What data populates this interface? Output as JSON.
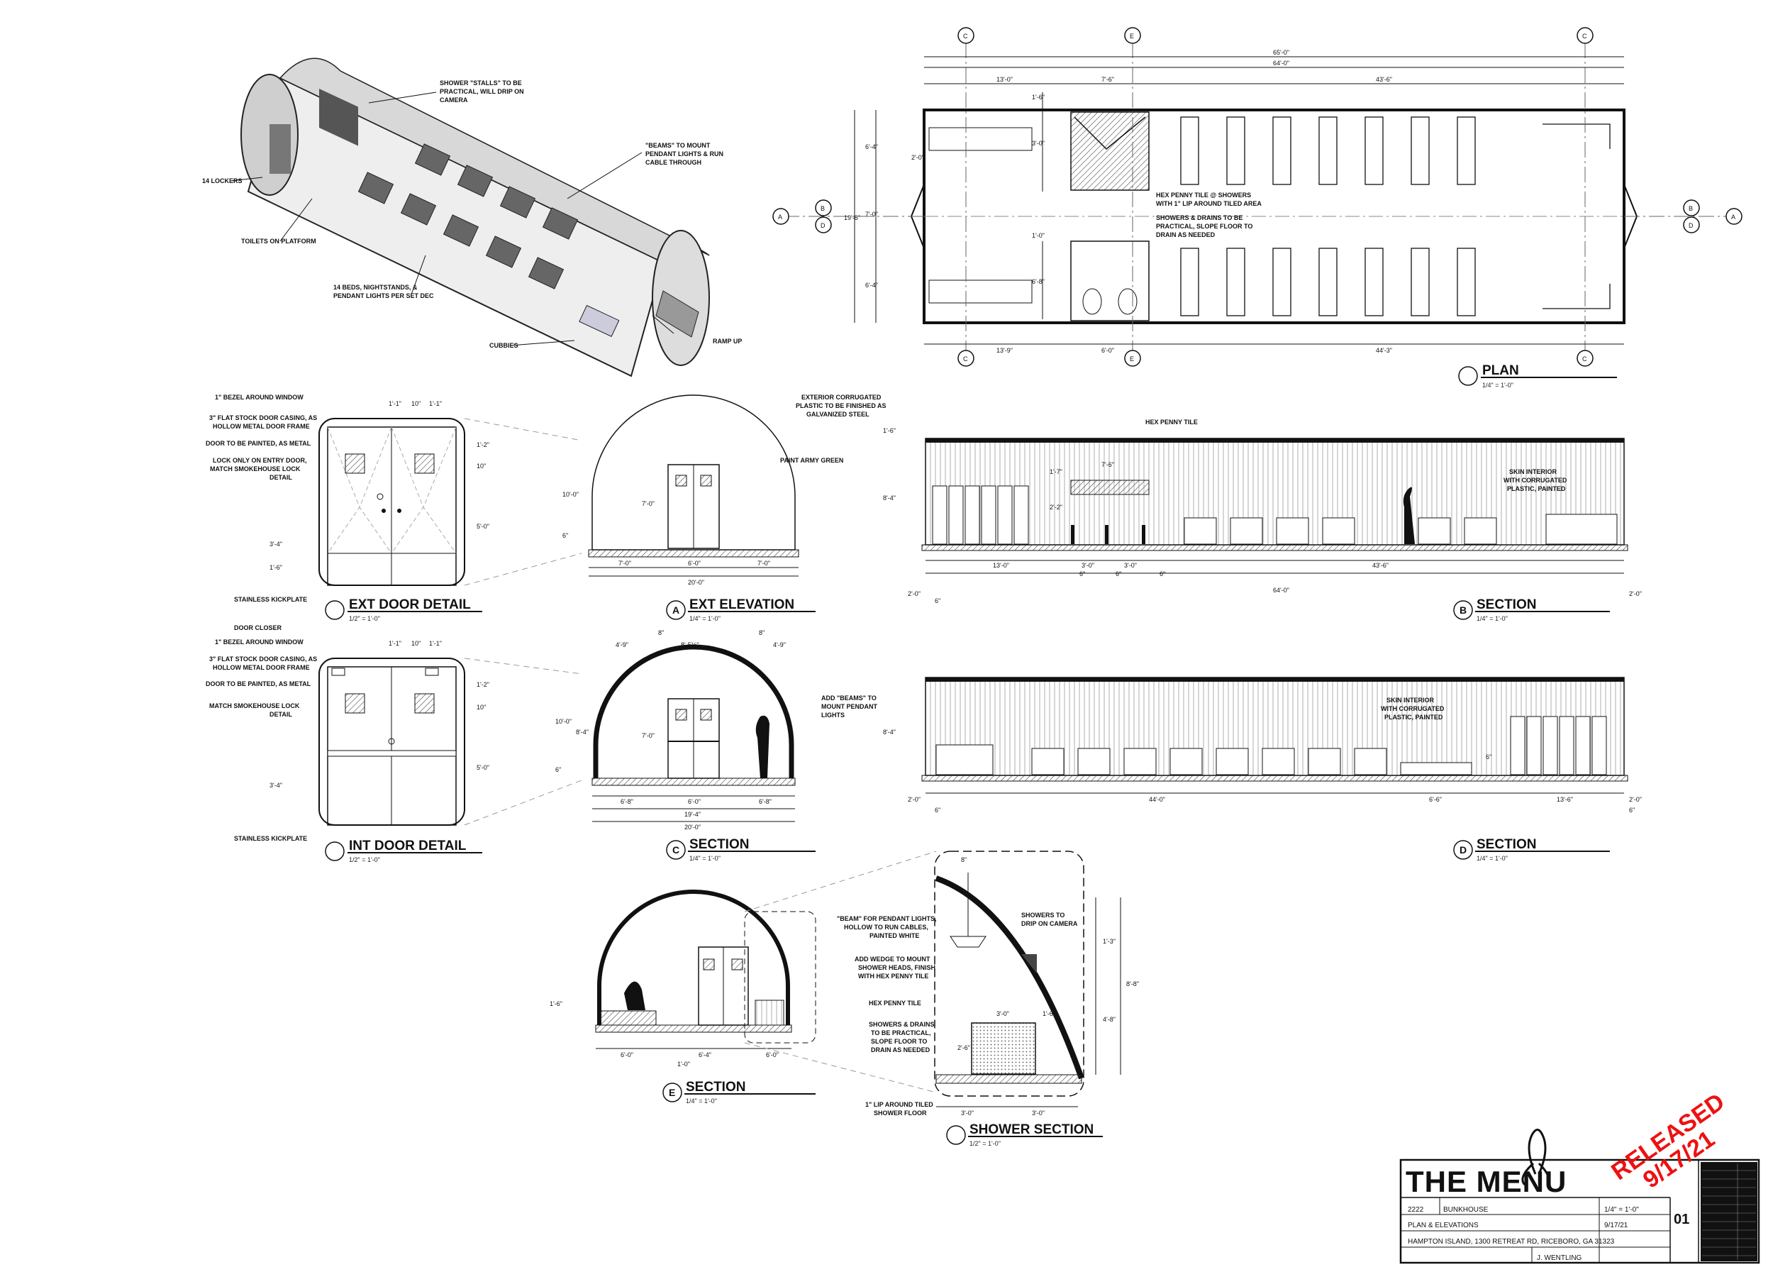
{
  "sheet": {
    "project_title": "THE MENU",
    "number_value": "2222",
    "set_value": "BUNKHOUSE",
    "scale_value": "1/4\" = 1'-0\"",
    "description_value": "PLAN & ELEVATIONS",
    "date_value": "9/17/21",
    "location_value": "HAMPTON ISLAND, 1300 RETREAT RD, RICEBORO, GA 31323",
    "designer_value": "J. WENTLING",
    "sheet_number": "01",
    "stamp_line1": "RELEASED",
    "stamp_line2": "9/17/21"
  },
  "views": {
    "plan": {
      "title": "PLAN",
      "scale": "1/4\" = 1'-0\""
    },
    "ext_door": {
      "title": "EXT DOOR DETAIL",
      "scale": "1/2\" = 1'-0\""
    },
    "ext_elevation": {
      "title": "EXT ELEVATION",
      "scale": "1/4\" = 1'-0\"",
      "bubble": "A"
    },
    "section_b": {
      "title": "SECTION",
      "scale": "1/4\" = 1'-0\"",
      "bubble": "B"
    },
    "int_door": {
      "title": "INT DOOR DETAIL",
      "scale": "1/2\" = 1'-0\""
    },
    "section_c": {
      "title": "SECTION",
      "scale": "1/4\" = 1'-0\"",
      "bubble": "C"
    },
    "section_d": {
      "title": "SECTION",
      "scale": "1/4\" = 1'-0\"",
      "bubble": "D"
    },
    "section_e": {
      "title": "SECTION",
      "scale": "1/4\" = 1'-0\"",
      "bubble": "E"
    },
    "shower": {
      "title": "SHOWER SECTION",
      "scale": "1/2\" = 1'-0\""
    }
  },
  "notes": {
    "shower_stalls": [
      "SHOWER \"STALLS\" TO BE",
      "PRACTICAL, WILL DRIP ON",
      "CAMERA"
    ],
    "beams_iso": [
      "\"BEAMS\" TO MOUNT",
      "PENDANT LIGHTS & RUN",
      "CABLE THROUGH"
    ],
    "lockers": "14 LOCKERS",
    "toilets": "TOILETS ON PLATFORM",
    "beds": [
      "14 BEDS, NIGHTSTANDS, &",
      "PENDANT LIGHTS PER SET DEC"
    ],
    "cubbies": "CUBBIES",
    "ramp": "RAMP UP",
    "hex_showers": [
      "HEX PENNY TILE @ SHOWERS",
      "WITH 1\" LIP AROUND TILED AREA"
    ],
    "showers_drains": [
      "SHOWERS & DRAINS TO BE",
      "PRACTICAL, SLOPE FLOOR TO",
      "DRAIN AS NEEDED"
    ],
    "ext_bezel": "1\" BEZEL AROUND WINDOW",
    "ext_casing": [
      "3\" FLAT STOCK DOOR CASING, AS",
      "HOLLOW METAL DOOR FRAME"
    ],
    "ext_paint": "DOOR TO BE PAINTED, AS METAL",
    "ext_lock": [
      "LOCK ONLY ON ENTRY DOOR,",
      "MATCH SMOKEHOUSE LOCK",
      "DETAIL"
    ],
    "ext_kick": "STAINLESS KICKPLATE",
    "ext_corrugated": [
      "EXTERIOR CORRUGATED",
      "PLASTIC TO BE FINISHED AS",
      "GALVANIZED STEEL"
    ],
    "paint_green": "PAINT ARMY GREEN",
    "hex_penny": "HEX PENNY TILE",
    "skin_interior": [
      "SKIN INTERIOR",
      "WITH CORRUGATED",
      "PLASTIC, PAINTED"
    ],
    "int_closer": "DOOR CLOSER",
    "int_bezel": "1\" BEZEL AROUND WINDOW",
    "int_casing": [
      "3\" FLAT STOCK DOOR CASING, AS",
      "HOLLOW METAL DOOR FRAME"
    ],
    "int_paint": "DOOR TO BE PAINTED, AS METAL",
    "int_lock": [
      "MATCH SMOKEHOUSE LOCK",
      "DETAIL"
    ],
    "int_kick": "STAINLESS KICKPLATE",
    "add_beams": [
      "ADD \"BEAMS\" TO",
      "MOUNT PENDANT",
      "LIGHTS"
    ],
    "skin_d": [
      "SKIN INTERIOR",
      "WITH CORRUGATED",
      "PLASTIC, PAINTED"
    ],
    "beam_pendant": [
      "\"BEAM\" FOR PENDANT LIGHTS,",
      "HOLLOW TO RUN CABLES,",
      "PAINTED WHITE"
    ],
    "showers_drip": [
      "SHOWERS TO",
      "DRIP ON CAMERA"
    ],
    "add_wedge": [
      "ADD WEDGE TO MOUNT",
      "SHOWER HEADS, FINISH",
      "WITH HEX PENNY TILE"
    ],
    "hex_tile_sh": "HEX PENNY TILE",
    "showers_prac": [
      "SHOWERS & DRAINS",
      "TO BE PRACTICAL,",
      "SLOPE FLOOR TO",
      "DRAIN AS NEEDED"
    ],
    "lip_tiled": [
      "1\" LIP AROUND TILED",
      "SHOWER FLOOR"
    ]
  },
  "grid": {
    "a": "A",
    "b": "B",
    "c": "C",
    "d": "D",
    "e": "E"
  },
  "dims": {
    "plan_65": "65'-0\"",
    "plan_64": "64'-0\"",
    "plan_13_0": "13'-0\"",
    "plan_7_6": "7'-6\"",
    "plan_43_6": "43'-6\"",
    "plan_13_9": "13'-9\"",
    "plan_6_0": "6'-0\"",
    "plan_44_3": "44'-3\"",
    "plan_19_8": "19'-8\"",
    "plan_6_4a": "6'-4\"",
    "plan_7_0": "7'-0\"",
    "plan_6_4b": "6'-4\"",
    "plan_2_0": "2'-0\"",
    "plan_1_6": "1'-6\"",
    "plan_3_0": "3'-0\"",
    "plan_6_8": "6'-8\"",
    "plan_1_0": "1'-0\"",
    "ed_1_1a": "1'-1\"",
    "ed_10": "10\"",
    "ed_1_1b": "1'-1\"",
    "ed_1_2": "1'-2\"",
    "ed_10v": "10\"",
    "ed_5_0": "5'-0\"",
    "ed_3_4": "3'-4\"",
    "ed_1_6": "1'-6\"",
    "ee_10_0": "10'-0\"",
    "ee_7_0a": "7'-0\"",
    "ee_6_0": "6'-0\"",
    "ee_7_0b": "7'-0\"",
    "ee_20": "20'-0\"",
    "ee_6": "6\"",
    "ee_7_0v": "7'-0\"",
    "sb_13_0": "13'-0\"",
    "sb_3_0a": "3'-0\"",
    "sb_3_0b": "3'-0\"",
    "sb_43_6": "43'-6\"",
    "sb_64": "64'-0\"",
    "sb_2_0l": "2'-0\"",
    "sb_2_0r": "2'-0\"",
    "sb_7_6": "7'-6\"",
    "sb_8_4": "8'-4\"",
    "sb_1_6": "1'-6\"",
    "sb_1_7": "1'-7\"",
    "sb_2_2": "2'-2\"",
    "sb_6a": "6\"",
    "sb_6b": "6\"",
    "sb_6c": "6\"",
    "sb_6l": "6\"",
    "id_1_1a": "1'-1\"",
    "id_10": "10\"",
    "id_1_1b": "1'-1\"",
    "id_1_2": "1'-2\"",
    "id_10v": "10\"",
    "id_5_0": "5'-0\"",
    "id_3_4": "3'-4\"",
    "sc_4_9a": "4'-9\"",
    "sc_8": "8\"",
    "sc_8_5": "8'-5½\"",
    "sc_8b": "8\"",
    "sc_4_9b": "4'-9\"",
    "sc_10_0": "10'-0\"",
    "sc_8_4": "8'-4\"",
    "sc_7_0": "7'-0\"",
    "sc_6": "6\"",
    "sc_6_8a": "6'-8\"",
    "sc_6_0": "6'-0\"",
    "sc_6_8b": "6'-8\"",
    "sc_19_4": "19'-4\"",
    "sc_20": "20'-0\"",
    "sd_2_0": "2'-0\"",
    "sd_44": "44'-0\"",
    "sd_6_6": "6'-6\"",
    "sd_13_6": "13'-6\"",
    "sd_8_4": "8'-4\"",
    "sd_6l": "6\"",
    "sd_2_0r": "2'-0\"",
    "sd_6r": "6\"",
    "sd_6x": "6\"",
    "se_1_6": "1'-6\"",
    "se_6_0a": "6'-0\"",
    "se_6_4": "6'-4\"",
    "se_6_0b": "6'-0\"",
    "se_1_0": "1'-0\"",
    "sh_8": "8\"",
    "sh_1_3": "1'-3\"",
    "sh_8_8": "8'-8\"",
    "sh_4_8": "4'-8\"",
    "sh_3_0": "3'-0\"",
    "sh_1_6": "1'-6\"",
    "sh_2_6": "2'-6\"",
    "sh_3_0b": "3'-0\"",
    "sh_3_0c": "3'-0\""
  }
}
